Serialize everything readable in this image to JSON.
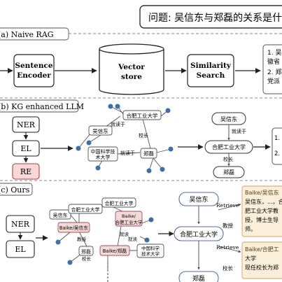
{
  "question": "问题: 吴信东与郑磊的关系是什",
  "sections": {
    "naive_rag": {
      "title": "(a) Naive RAG",
      "sentence_encoder": [
        "Sentence",
        "Encoder"
      ],
      "vector_store": [
        "Vector",
        "store"
      ],
      "similarity_search": [
        "Similarity",
        "Search"
      ],
      "results": [
        "1. 吴",
        "徽省",
        "2. 郑",
        "党派"
      ]
    },
    "kg_llm": {
      "title": "(b) KG enhanced LLM",
      "ner": "NER",
      "el": "EL",
      "re": "RE",
      "graph": {
        "hfut": "合肥工业大学",
        "wu": "吴信东",
        "cas": [
          "中国科学技",
          "术大学"
        ],
        "zheng": "郑磊",
        "studied_top": "就读于",
        "principal": "校长",
        "studied_bottom": "就读于"
      },
      "triple": {
        "wu": "吴信东",
        "studied": "就读于",
        "hfut": "合肥工业大学",
        "principal": "校长",
        "zheng": "郑磊"
      },
      "results": [
        "1. 吴",
        "2. 郑"
      ]
    },
    "ours": {
      "title": "(c) Ours",
      "ner": "NER",
      "el": "EL",
      "graph": {
        "wu": "吴信东",
        "hfut_a": "合肥工业大学",
        "hfut_b": "合肥工业大学",
        "baike_wu": "Baike/吴信东",
        "baike_hfut": [
          "Baike/",
          "合肥工业大学"
        ],
        "zheng": "郑磊",
        "baike_zheng": "Baike/郑磊",
        "cas": [
          "中国科学",
          "技术大学"
        ],
        "e1": "教授",
        "e2": "就读",
        "e3": "校长",
        "e4": "就读"
      },
      "chain": {
        "wu": "吴信东",
        "hfut": "合肥工业大学",
        "zheng": "郑磊",
        "retrieve_1": "Retrieve",
        "retrieve_2": "Retrieve",
        "professor": "教授",
        "principal": "校长"
      },
      "doc1": [
        "Baike/吴信东",
        "吴信东，...，合",
        "肥工业大学教",
        "授，博士生导",
        "师。"
      ],
      "doc2": [
        "Baike/合肥工",
        "大学",
        "现任校长为郑"
      ]
    }
  }
}
